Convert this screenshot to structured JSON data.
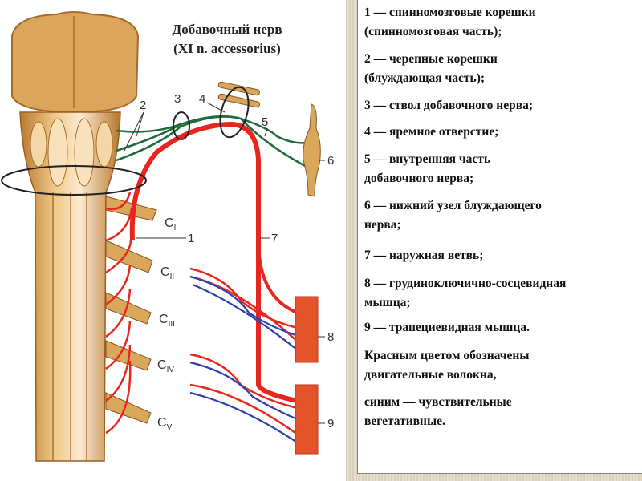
{
  "title": {
    "line1": "Добавочный нерв",
    "line2": "(XI n. accessorius)"
  },
  "labels": {
    "l1": "1",
    "l2": "2",
    "l3": "3",
    "l4": "4",
    "l5": "5",
    "l6": "6",
    "l7": "7",
    "l8": "8",
    "l9": "9",
    "c": "C",
    "c1": "I",
    "c2": "II",
    "c3": "III",
    "c4": "IV",
    "c5": "V"
  },
  "legend": [
    {
      "lines": [
        "1 — спинномозговые корешки",
        "(спинномозговая часть);"
      ]
    },
    {
      "lines": [
        "2 — черепные корешки",
        "(блуждающая часть);"
      ]
    },
    {
      "lines": [
        "3 — ствол добавочного нерва;"
      ]
    },
    {
      "lines": [
        "4 — яремное отверстие;"
      ]
    },
    {
      "lines": [
        "5 — внутренняя часть",
        "добавочного нерва;"
      ]
    },
    {
      "lines": [
        "6 — нижний узел блуждающего",
        "нерва;"
      ]
    },
    {
      "lines": [
        "7 — наружная ветвь;"
      ]
    },
    {
      "lines": [
        "8 — грудиноключично-сосцевидная",
        "мышца;"
      ]
    },
    {
      "lines": [
        "9 — трапециевидная мышца."
      ]
    },
    {
      "lines": [
        "Красным цветом обозначены",
        "двигательные волокна,"
      ]
    },
    {
      "lines": [
        "синим — чувствительные",
        "вегетативные."
      ]
    }
  ],
  "colors": {
    "motor": "#e8251e",
    "sensory": "#2b3fb0",
    "cranial": "#1f6a3a",
    "tissue": "#d9a75c"
  }
}
